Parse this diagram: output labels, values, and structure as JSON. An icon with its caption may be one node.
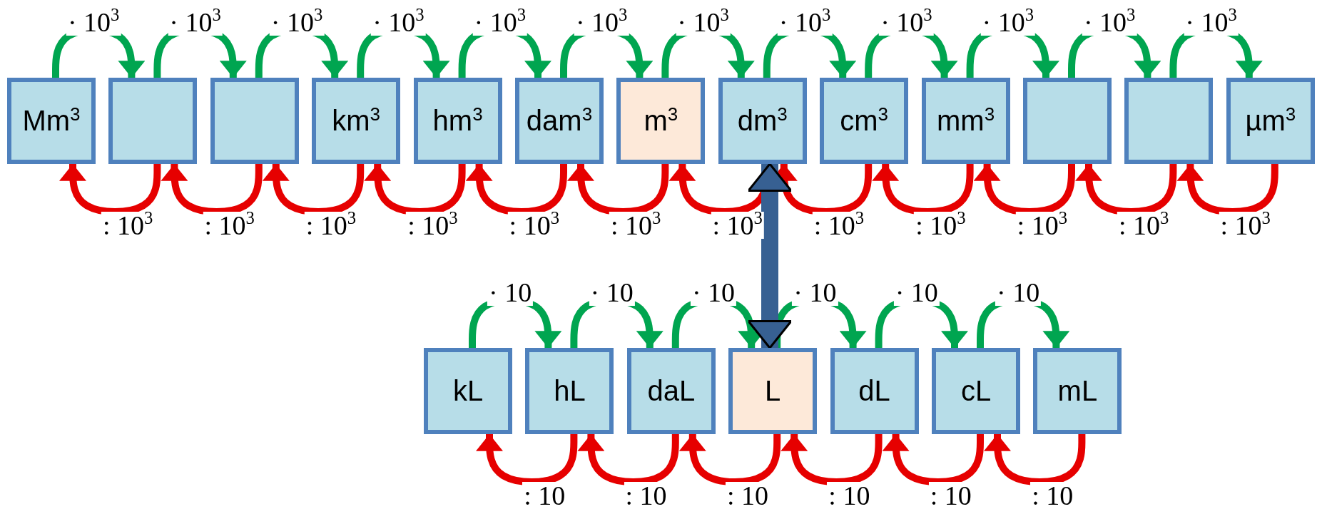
{
  "diagram": {
    "nodes": [
      {
        "text": [
          "Mm$^{3}$"
        ]
      },
      {
        "text": [],
        "shape": "box"
      },
      {
        "text": [],
        "shape": "box"
      },
      {
        "text": [
          "km$^{3}$"
        ]
      },
      {
        "text": [
          "hm$^{3}$"
        ]
      },
      {
        "text": [
          "dam$^{3}$"
        ]
      },
      {
        "text": [
          "m$^{3}$"
        ]
      },
      {
        "text": [
          "dm$^{3}$"
        ]
      },
      {
        "text": [
          "cm$^{3}$"
        ]
      },
      {
        "text": [
          "mm$^{3}$"
        ]
      },
      {
        "text": [],
        "shape": "box"
      },
      {
        "text": [],
        "shape": "box"
      },
      {
        "text": [
          "µm$^{3}$"
        ]
      },
      {
        "text": [
          "kL"
        ]
      },
      {
        "text": [
          "hL"
        ]
      },
      {
        "text": [
          "daL"
        ]
      },
      {
        "text": [
          "L"
        ]
      },
      {
        "text": [
          "dL"
        ]
      },
      {
        "text": [
          "cL"
        ]
      },
      {
        "text": [
          "mL"
        ]
      }
    ],
    "edges": [
      {
        "from": 0,
        "to": 1,
        "arrow": "to",
        "label": "· 10$^{3}$",
        "color": "#00a550"
      },
      {
        "from": 1,
        "to": 2,
        "arrow": "to",
        "label": "· 10$^{3}$",
        "color": "#00a550"
      },
      {
        "from": 2,
        "to": 3,
        "arrow": "to",
        "label": "· 10$^{3}$",
        "color": "#00a550"
      },
      {
        "from": 3,
        "to": 4,
        "arrow": "to",
        "label": "· 10$^{3}$",
        "color": "#00a550"
      },
      {
        "from": 4,
        "to": 5,
        "arrow": "to",
        "label": "· 10$^{3}$",
        "color": "#00a550"
      },
      {
        "from": 5,
        "to": 6,
        "arrow": "to",
        "label": "· 10$^{3}$",
        "color": "#00a550"
      },
      {
        "from": 6,
        "to": 7,
        "arrow": "to",
        "label": "· 10$^{3}$",
        "color": "#00a550"
      },
      {
        "from": 7,
        "to": 8,
        "arrow": "to",
        "label": "· 10$^{3}$",
        "color": "#00a550"
      },
      {
        "from": 8,
        "to": 9,
        "arrow": "to",
        "label": "· 10$^{3}$",
        "color": "#00a550"
      },
      {
        "from": 9,
        "to": 10,
        "arrow": "to",
        "label": "· 10$^{3}$",
        "color": "#00a550"
      },
      {
        "from": 10,
        "to": 11,
        "arrow": "to",
        "label": "· 10$^{3}$",
        "color": "#00a550"
      },
      {
        "from": 11,
        "to": 12,
        "arrow": "to",
        "label": "· 10$^{3}$",
        "color": "#00a550"
      },
      {
        "from": 1,
        "to": 0,
        "arrow": "to",
        "label": ": 10$^{3}$",
        "color": "#e60000"
      },
      {
        "from": 2,
        "to": 1,
        "arrow": "to",
        "label": ": 10$^{3}$",
        "color": "#e60000"
      },
      {
        "from": 3,
        "to": 2,
        "arrow": "to",
        "label": ": 10$^{3}$",
        "color": "#e60000"
      },
      {
        "from": 4,
        "to": 3,
        "arrow": "to",
        "label": ": 10$^{3}$",
        "color": "#e60000"
      },
      {
        "from": 5,
        "to": 4,
        "arrow": "to",
        "label": ": 10$^{3}$",
        "color": "#e60000"
      },
      {
        "from": 6,
        "to": 5,
        "arrow": "to",
        "label": ": 10$^{3}$",
        "color": "#e60000"
      },
      {
        "from": 7,
        "to": 6,
        "arrow": "to",
        "label": ": 10$^{3}$",
        "color": "#e60000"
      },
      {
        "from": 8,
        "to": 7,
        "arrow": "to",
        "label": ": 10$^{3}$",
        "color": "#e60000"
      },
      {
        "from": 9,
        "to": 8,
        "arrow": "to",
        "label": ": 10$^{3}$",
        "color": "#e60000"
      },
      {
        "from": 10,
        "to": 9,
        "arrow": "to",
        "label": ": 10$^{3}$",
        "color": "#e60000"
      },
      {
        "from": 11,
        "to": 10,
        "arrow": "to",
        "label": ": 10$^{3}$",
        "color": "#e60000"
      },
      {
        "from": 12,
        "to": 11,
        "arrow": "to",
        "label": ": 10$^{3}$",
        "color": "#e60000"
      },
      {
        "from": 13,
        "to": 14,
        "arrow": "to",
        "label": "· 10",
        "color": "#00a550"
      },
      {
        "from": 14,
        "to": 15,
        "arrow": "to",
        "label": "· 10",
        "color": "#00a550"
      },
      {
        "from": 15,
        "to": 16,
        "arrow": "to",
        "label": "· 10",
        "color": "#00a550"
      },
      {
        "from": 16,
        "to": 17,
        "arrow": "to",
        "label": "· 10",
        "color": "#00a550"
      },
      {
        "from": 17,
        "to": 18,
        "arrow": "to",
        "label": "· 10",
        "color": "#00a550"
      },
      {
        "from": 18,
        "to": 19,
        "arrow": "to",
        "label": "· 10",
        "color": "#00a550"
      },
      {
        "from": 14,
        "to": 13,
        "arrow": "to",
        "label": ": 10",
        "color": "#e60000"
      },
      {
        "from": 15,
        "to": 14,
        "arrow": "to",
        "label": ": 10",
        "color": "#e60000"
      },
      {
        "from": 16,
        "to": 15,
        "arrow": "to",
        "label": ": 10",
        "color": "#e60000"
      },
      {
        "from": 17,
        "to": 16,
        "arrow": "to",
        "label": ": 10",
        "color": "#e60000"
      },
      {
        "from": 18,
        "to": 17,
        "arrow": "to",
        "label": ": 10",
        "color": "#e60000"
      },
      {
        "from": 19,
        "to": 18,
        "arrow": "to",
        "label": ": 10",
        "color": "#e60000"
      },
      {
        "from": 7,
        "to": 16,
        "arrow": "both",
        "style": "thick",
        "color": "#376092"
      }
    ]
  }
}
